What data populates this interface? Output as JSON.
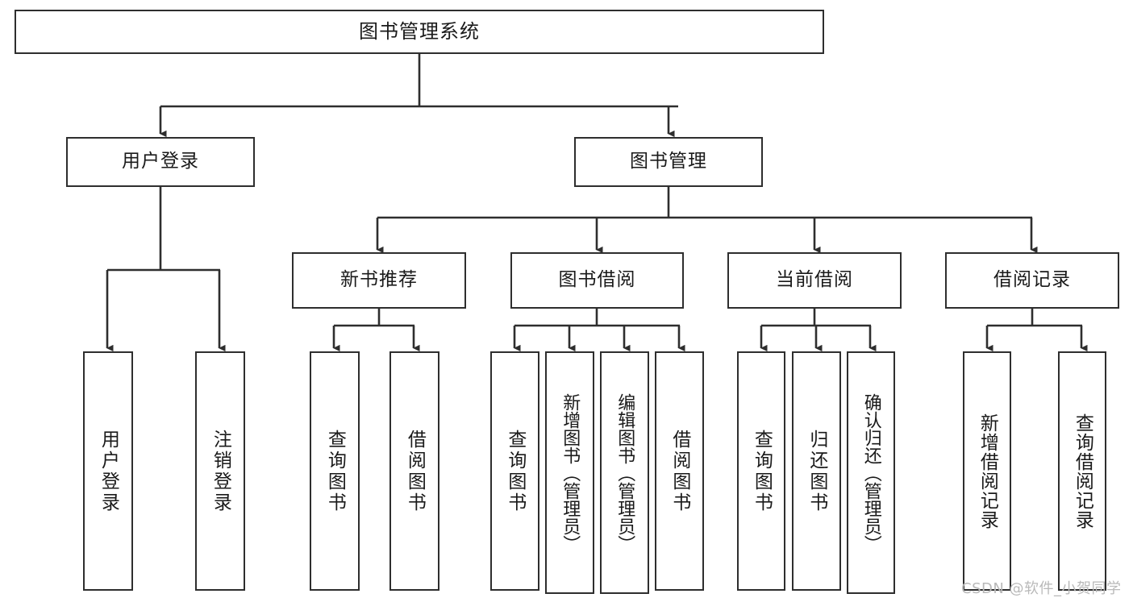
{
  "diagram": {
    "title": "图书管理系统",
    "type": "tree-structure-chart",
    "root": {
      "label": "图书管理系统"
    },
    "level2": [
      {
        "label": "用户登录"
      },
      {
        "label": "图书管理"
      }
    ],
    "level3": [
      {
        "label": "新书推荐"
      },
      {
        "label": "图书借阅"
      },
      {
        "label": "当前借阅"
      },
      {
        "label": "借阅记录"
      }
    ],
    "leaves": {
      "user_login": [
        {
          "label": "用户登录"
        },
        {
          "label": "注销登录"
        }
      ],
      "new_book_recommend": [
        {
          "label": "查询图书"
        },
        {
          "label": "借阅图书"
        }
      ],
      "book_borrow": [
        {
          "label": "查询图书"
        },
        {
          "label": "新增图书（管理员）"
        },
        {
          "label": "编辑图书（管理员）"
        },
        {
          "label": "借阅图书"
        }
      ],
      "current_borrow": [
        {
          "label": "查询图书"
        },
        {
          "label": "归还图书"
        },
        {
          "label": "确认归还（管理员）"
        }
      ],
      "borrow_record": [
        {
          "label": "新增借阅记录"
        },
        {
          "label": "查询借阅记录"
        }
      ]
    }
  },
  "watermark": {
    "text": "CSDN @软件_小贺同学"
  },
  "colors": {
    "stroke": "#2e2e2e",
    "background": "#ffffff",
    "text": "#1a1a1a",
    "watermark": "#b9b9b9"
  }
}
